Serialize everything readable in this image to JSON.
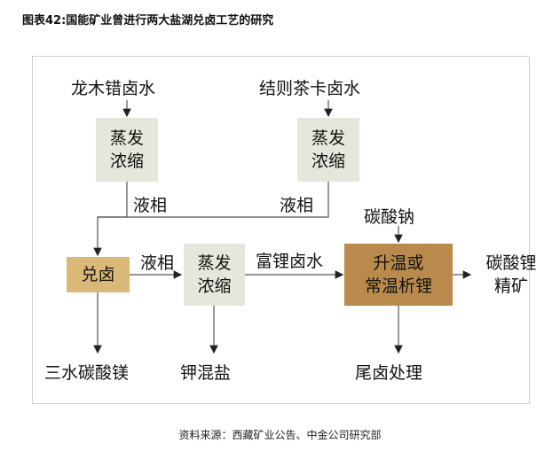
{
  "title": "图表42:国能矿业曾进行两大盐湖兑卤工艺的研究",
  "nodes": {
    "source1": "龙木错卤水",
    "source2": "结则茶卡卤水",
    "evap1_l1": "蒸发",
    "evap1_l2": "浓缩",
    "evap2_l1": "蒸发",
    "evap2_l2": "浓缩",
    "evap3_l1": "蒸发",
    "evap3_l2": "浓缩",
    "mix": "兑卤",
    "precip_l1": "升温或",
    "precip_l2": "常温析锂",
    "reagent": "碳酸钠",
    "product_l1": "碳酸锂",
    "product_l2": "精矿",
    "by1": "三水碳酸镁",
    "by2": "钾混盐",
    "by3": "尾卤处理"
  },
  "labels": {
    "liquid1": "液相",
    "liquid2": "液相",
    "liquid3": "液相",
    "rich": "富锂卤水"
  },
  "source": "资料来源：西藏矿业公告、中金公司研究部"
}
